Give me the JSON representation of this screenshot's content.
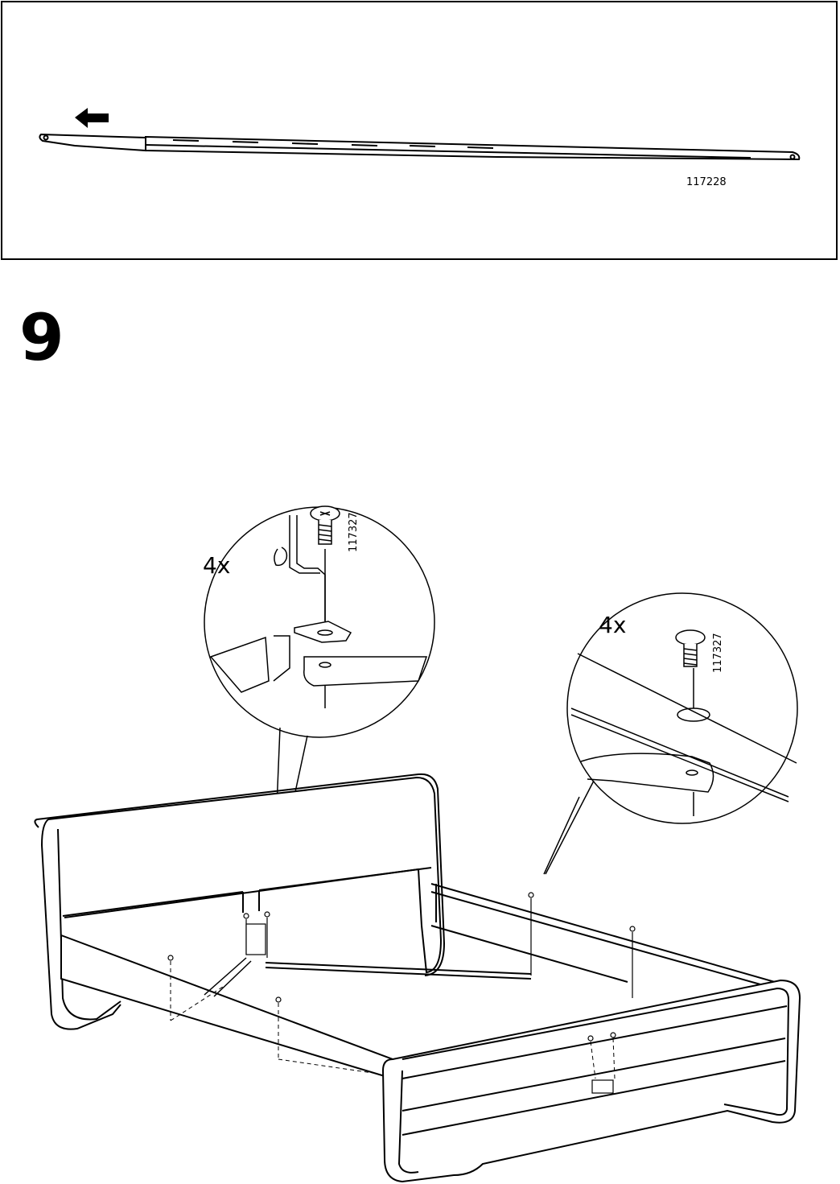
{
  "top_panel": {
    "part_number": "117228",
    "arrow_direction": "left"
  },
  "step": {
    "number": "9"
  },
  "callouts": [
    {
      "quantity": "4x",
      "part_number": "117327"
    },
    {
      "quantity": "4x",
      "part_number": "117327"
    }
  ]
}
